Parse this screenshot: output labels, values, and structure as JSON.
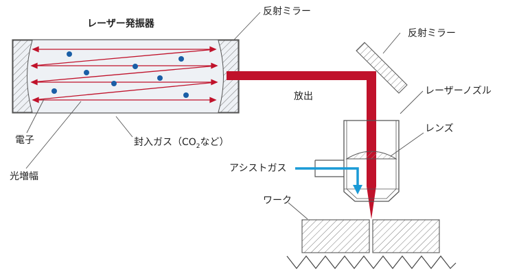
{
  "labels": {
    "oscillator": "レーザー発振器",
    "mirror_top": "反射ミラー",
    "mirror_right": "反射ミラー",
    "emission": "放出",
    "nozzle": "レーザーノズル",
    "lens": "レンズ",
    "assist_gas": "アシストガス",
    "work": "ワーク",
    "electron": "電子",
    "light_amplification": "光増幅",
    "sealed_gas_prefix": "封入ガス（CO",
    "sealed_gas_subscript": "2",
    "sealed_gas_suffix": "など）"
  },
  "colors": {
    "laser_beam": "#c0122b",
    "assist_gas_flow": "#1a9ad6",
    "electron_dot": "#1a5ea6",
    "outline": "#555555",
    "tube_fill": "#eef1f5"
  }
}
